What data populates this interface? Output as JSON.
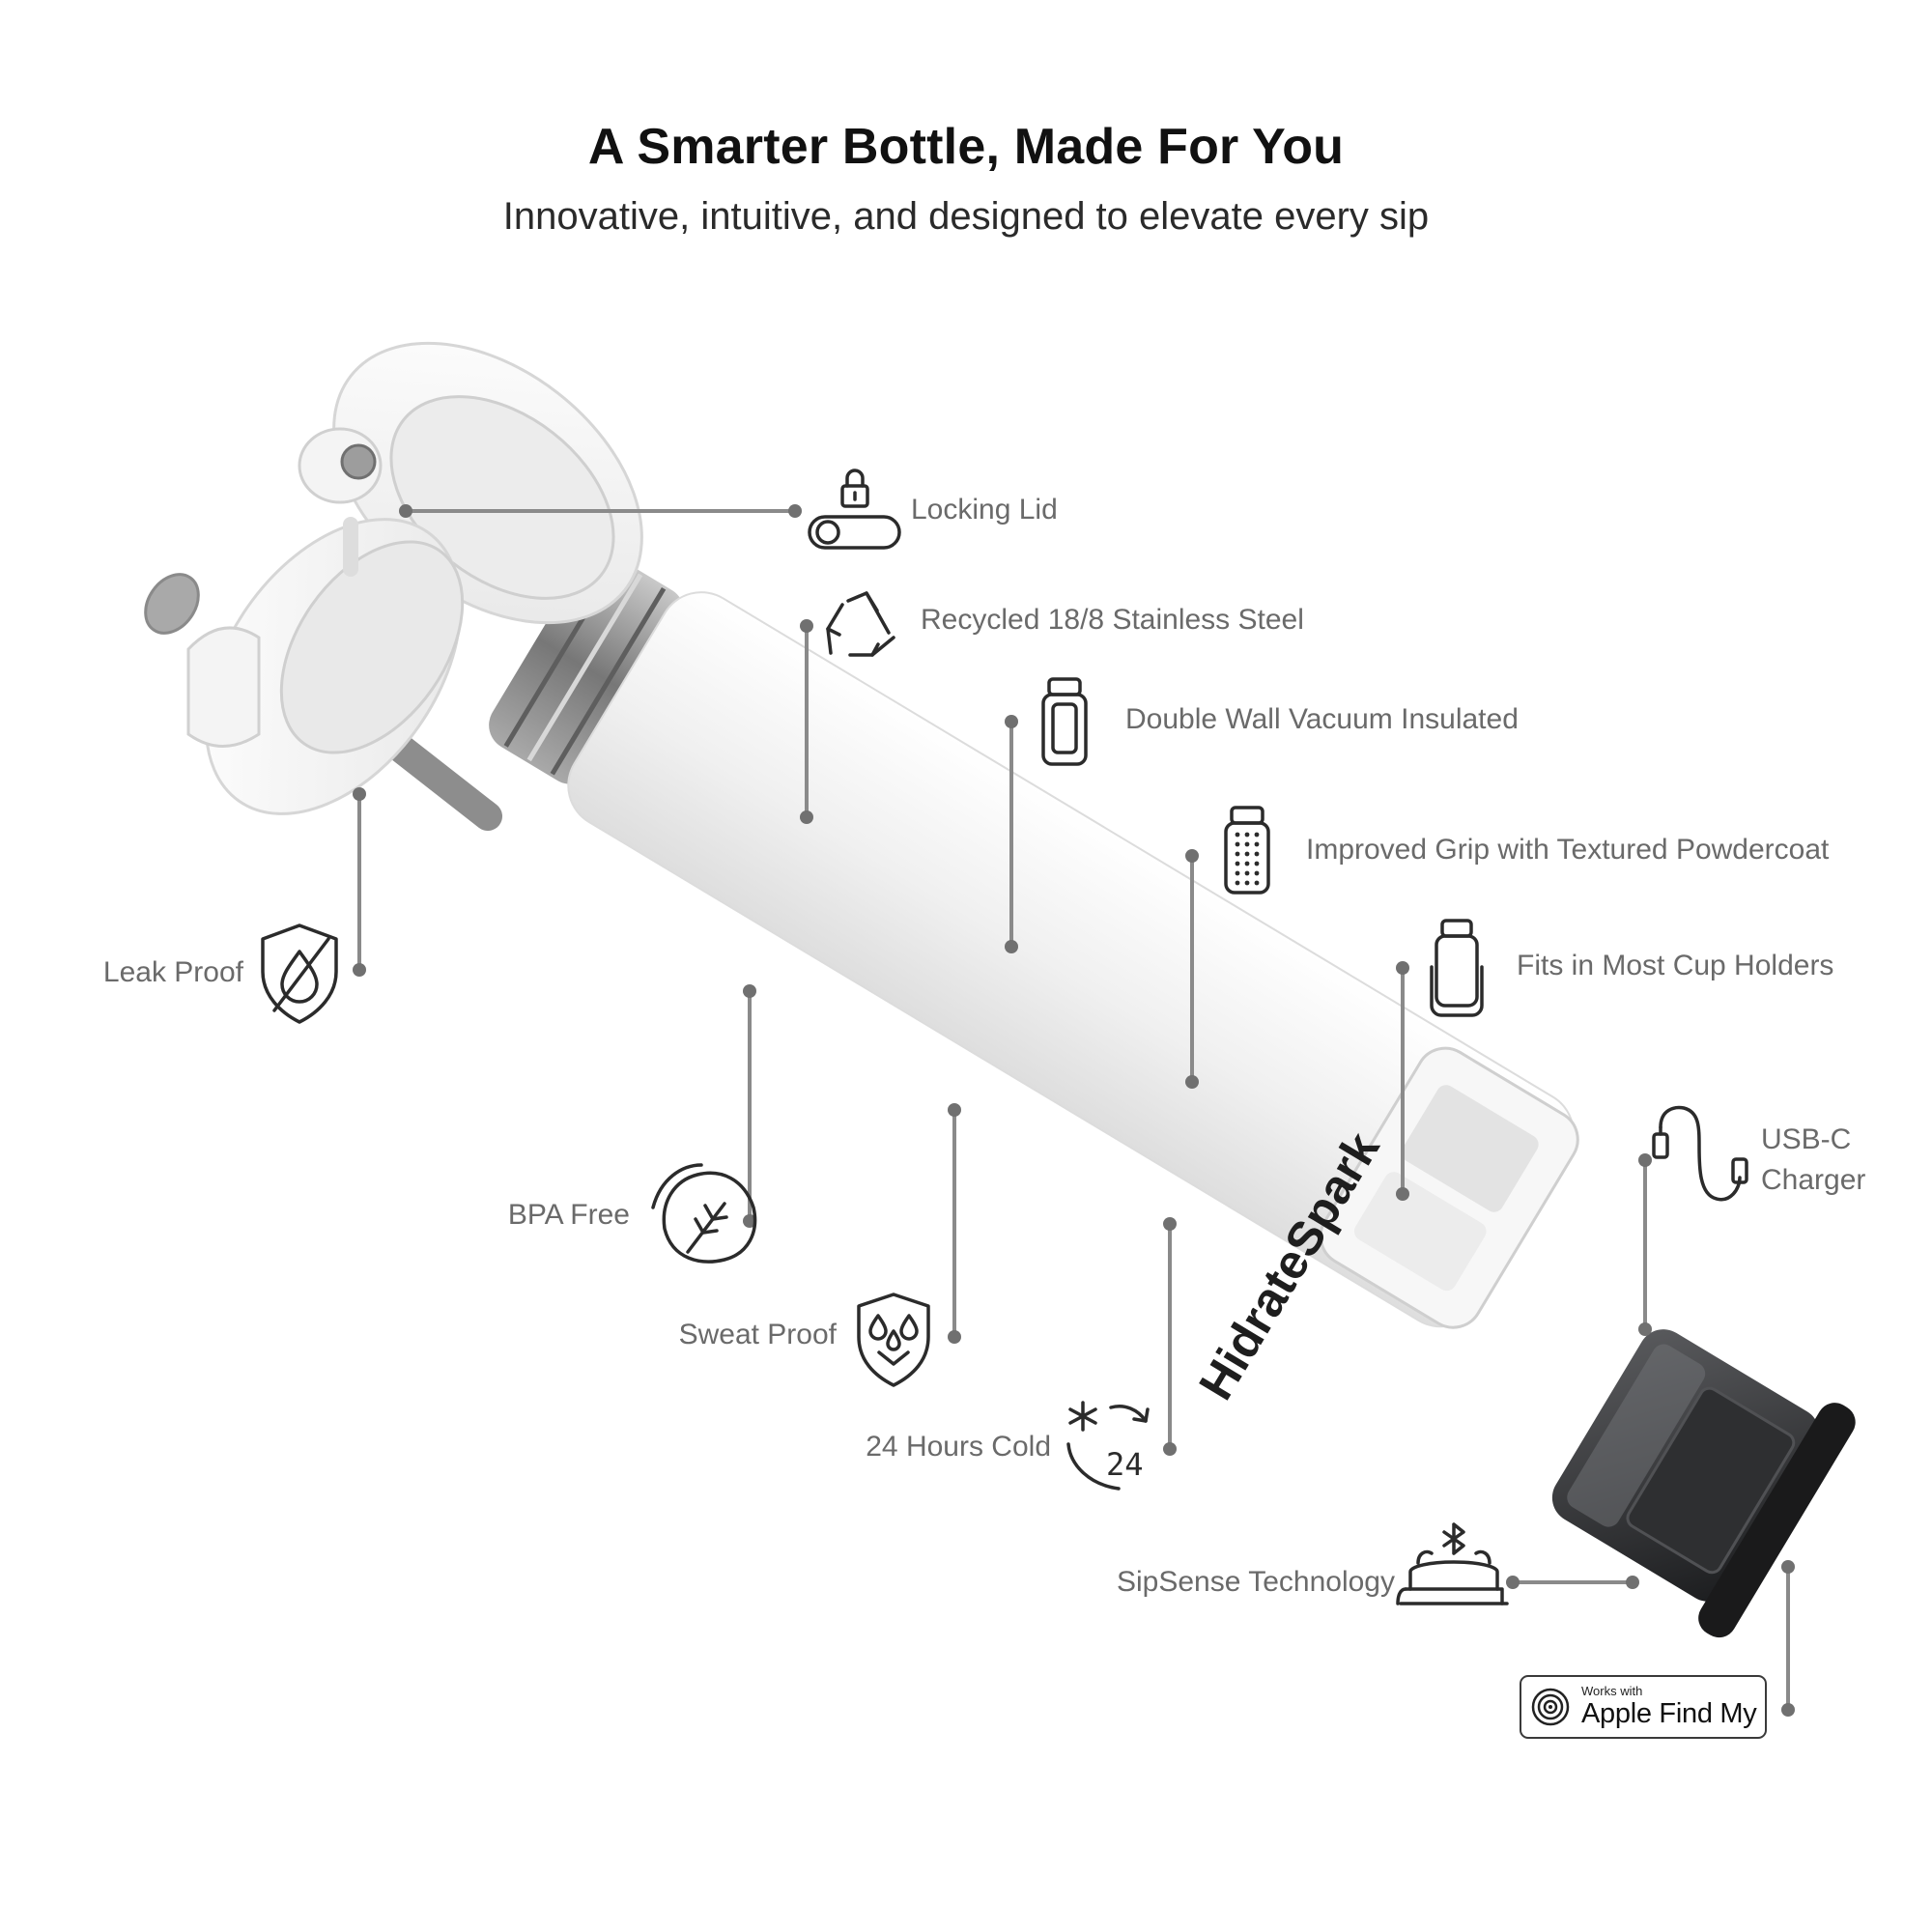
{
  "header": {
    "title": "A Smarter Bottle, Made For You",
    "subtitle": "Innovative, intuitive, and designed to elevate every sip"
  },
  "features": {
    "locking_lid": "Locking Lid",
    "recycled_steel": "Recycled 18/8 Stainless Steel",
    "double_wall": "Double Wall Vacuum Insulated",
    "improved_grip": "Improved Grip with Textured Powdercoat",
    "cup_holders": "Fits in Most Cup Holders",
    "usb_c_line1": "USB-C",
    "usb_c_line2": "Charger",
    "leak_proof": "Leak Proof",
    "bpa_free": "BPA Free",
    "sweat_proof": "Sweat Proof",
    "hours_cold": "24 Hours Cold",
    "hours_cold_icon_number": "24",
    "sipsense": "SipSense Technology"
  },
  "bottle": {
    "brand": "HidrateSpark"
  },
  "badge": {
    "small": "Works with",
    "big": "Apple Find My"
  },
  "colors": {
    "bottle_body": "#f1f1f1",
    "lid": "#f6f6f6",
    "steel": "#8f8f8f",
    "base": "#2a2b2d",
    "callout_line": "#8a8a8a",
    "icon_stroke": "#2b2b2b"
  }
}
